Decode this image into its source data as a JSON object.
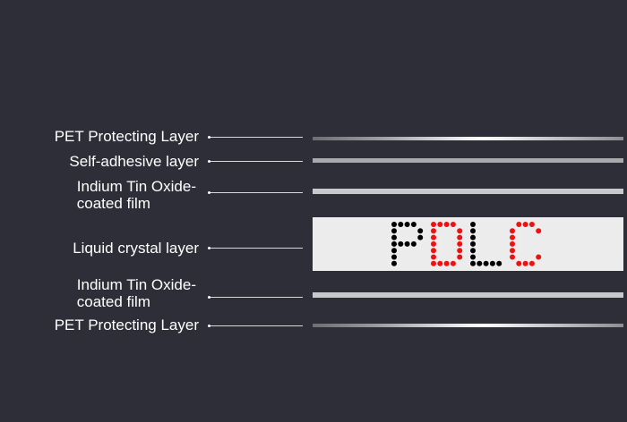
{
  "layers": [
    {
      "key": "pet_top",
      "label_lines": [
        "PET Protecting Layer"
      ]
    },
    {
      "key": "adhesive",
      "label_lines": [
        "Self-adhesive layer"
      ]
    },
    {
      "key": "ito_top",
      "label_lines": [
        "Indium Tin Oxide-",
        "coated film"
      ]
    },
    {
      "key": "liquid_crystal",
      "label_lines": [
        "Liquid crystal layer"
      ]
    },
    {
      "key": "ito_bottom",
      "label_lines": [
        "Indium Tin Oxide-",
        "coated film"
      ]
    },
    {
      "key": "pet_bottom",
      "label_lines": [
        "PET Protecting Layer"
      ]
    }
  ],
  "pdlc_text": {
    "letters": [
      "P",
      "D",
      "L",
      "C"
    ],
    "colors": [
      "#000000",
      "#ee1111",
      "#000000",
      "#ee1111"
    ]
  },
  "colors": {
    "background": "#2e2e38",
    "label_text": "#ffffff",
    "leader_line": "#d9d9dc",
    "liquid_crystal_panel": "#ececec"
  }
}
